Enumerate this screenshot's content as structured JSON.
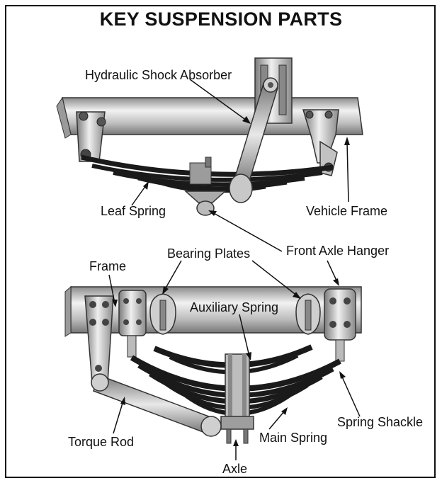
{
  "title": "KEY SUSPENSION PARTS",
  "labels": {
    "hydraulic_shock_absorber": "Hydraulic Shock Absorber",
    "leaf_spring": "Leaf Spring",
    "vehicle_frame": "Vehicle Frame",
    "front_axle_hanger": "Front Axle Hanger",
    "bearing_plates": "Bearing Plates",
    "frame": "Frame",
    "auxiliary_spring": "Auxiliary Spring",
    "torque_rod": "Torque Rod",
    "main_spring": "Main Spring",
    "spring_shackle": "Spring Shackle",
    "axle": "Axle"
  },
  "colors": {
    "metal_light": "#d9d9d9",
    "metal_mid": "#a8a8a8",
    "metal_dark": "#6e6e6e",
    "spring_black": "#1a1a1a",
    "outline": "#111111"
  }
}
